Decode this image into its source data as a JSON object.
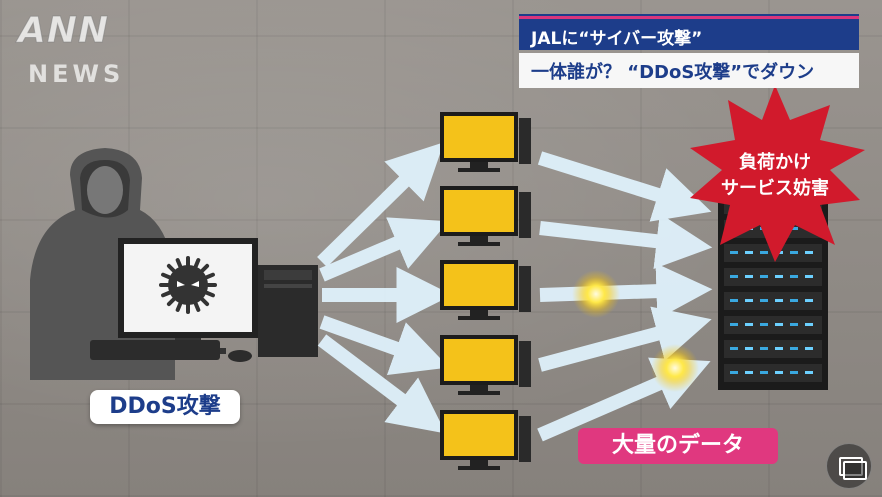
{
  "logo": {
    "ann": "ANN",
    "news": "NEWS"
  },
  "caption": {
    "line1": "JALに“サイバー攻撃”",
    "line2": "一体誰が？ “DDoS攻撃”でダウン"
  },
  "labels": {
    "attack": "DDoS攻撃",
    "traffic": "大量のデータ",
    "overload_line1": "負荷かけ",
    "overload_line2": "サービス妨害"
  },
  "colors": {
    "caption_blue": "#1d3d8a",
    "accent_pink": "#e0387f",
    "burst_red": "#d11a2c",
    "monitor_yellow": "#f4c21a",
    "arrow_blue": "#dff1fb"
  },
  "icons": [
    "hooded-hacker-icon",
    "virus-icon",
    "bot-monitor-icon",
    "server-rack-icon",
    "explosion-burst-icon",
    "glow-spark-icon",
    "pip-icon"
  ]
}
